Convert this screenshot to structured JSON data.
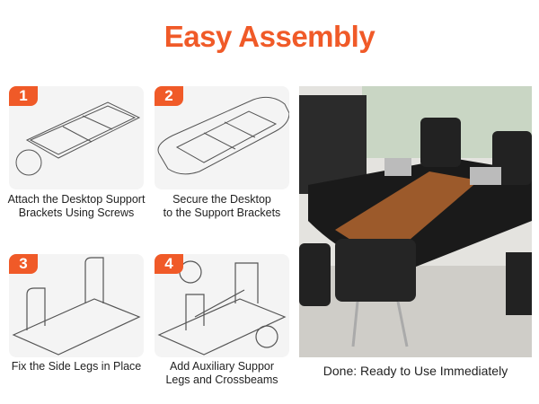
{
  "title": "Easy Assembly",
  "steps": [
    {
      "number": "1",
      "caption_line1": "Attach the Desktop Support",
      "caption_line2": "Brackets Using Screws"
    },
    {
      "number": "2",
      "caption_line1": "Secure the Desktop",
      "caption_line2": "to the Support Brackets"
    },
    {
      "number": "3",
      "caption_line1": "Fix the Side Legs in Place",
      "caption_line2": ""
    },
    {
      "number": "4",
      "caption_line1": "Add Auxiliary Suppor",
      "caption_line2": "Legs and Crossbeams"
    }
  ],
  "done_caption": "Done: Ready to Use Immediately",
  "colors": {
    "accent": "#f05a28"
  }
}
